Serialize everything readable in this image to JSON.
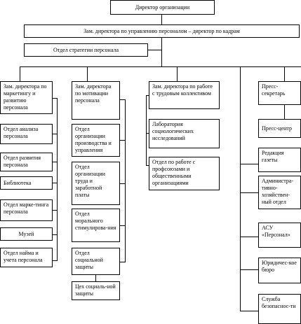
{
  "director": "Директор организации",
  "deputy_hr": "Зам. директора по управлению персоналом – директор по кадрам",
  "strategy": "Отдел стратегии персонала",
  "col1": {
    "head": "Зам. директора по маркетингу и развитию персонала",
    "items": [
      "Отдел анализа персонала",
      "Отдел развития персонала",
      "Библиотека",
      "Отдел марке-тинга персонала",
      "Музей",
      "Отдел найма и учета персонала"
    ]
  },
  "col2": {
    "head": "Зам. директора по мотивации персонала",
    "items": [
      "Отдел организации производства и управления",
      "Отдел организации труда и заработной платы",
      "Отдел морального стимулирова-ния",
      "Отдел социальной защиты",
      "Цех социаль-ной защиты"
    ]
  },
  "col3": {
    "head": "Зам. директора по работе с трудовым коллективом",
    "items": [
      "Лаборатория социологических исследований",
      "Отдел по работе с профсоюзами и общественными организациями"
    ]
  },
  "col4": {
    "head": "Пресс-секретарь",
    "items": [
      "Пресс-центр",
      "Редакция газеты",
      "Администра-тивно-хозяйствен-ный отдел",
      "АСУ «Персонал»",
      "Юридичес-кое бюро",
      "Служба безопаснос-ти"
    ]
  }
}
